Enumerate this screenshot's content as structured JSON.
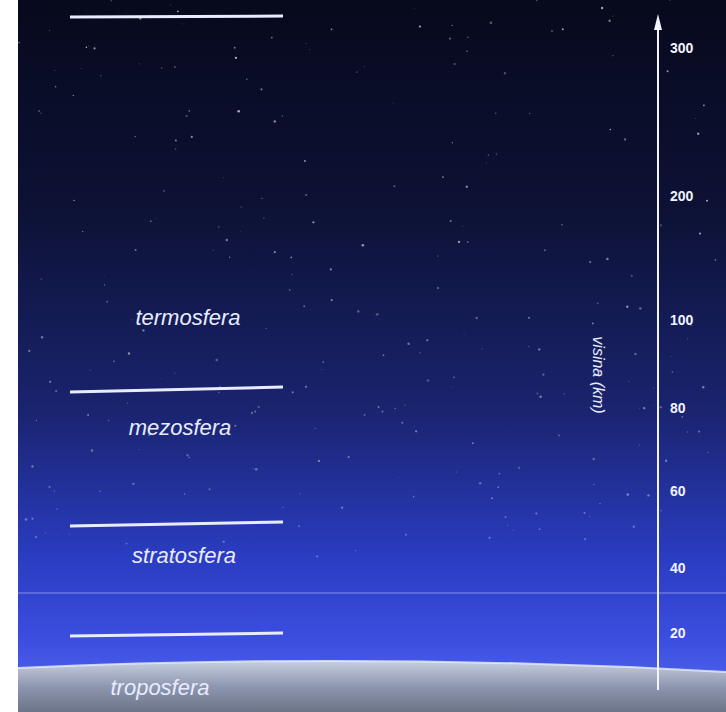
{
  "diagram": {
    "labels": [
      "termosfera",
      "mezosfera",
      "stratosfera",
      "troposfera",
      "visina (km)",
      "300",
      "200",
      "100",
      "80",
      "60",
      "40",
      "20"
    ]
  }
}
